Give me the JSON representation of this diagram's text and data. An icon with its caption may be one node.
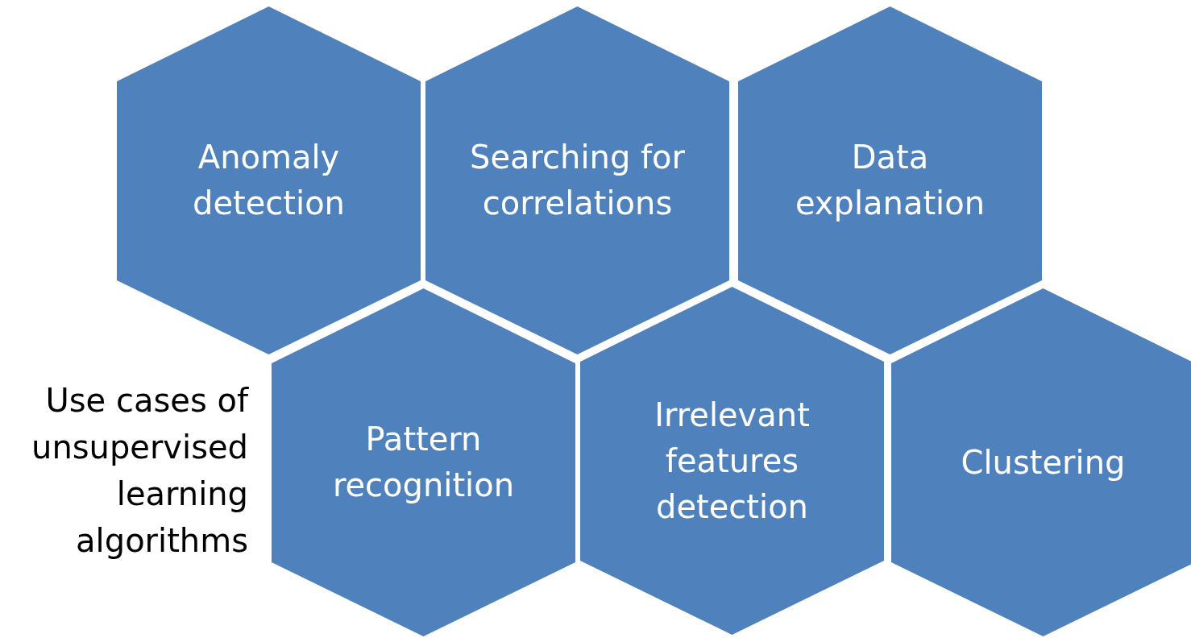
{
  "diagram": {
    "title": "Use cases of unsupervised learning algorithms",
    "nodes": [
      {
        "text": [
          "Anomaly detection"
        ]
      },
      {
        "text": [
          "Searching for correlations"
        ]
      },
      {
        "text": [
          "Data explanation"
        ]
      },
      {
        "text": [
          "Pattern recognition"
        ]
      },
      {
        "text": [
          "Irrelevant features detection"
        ]
      },
      {
        "text": [
          "Clustering"
        ]
      }
    ]
  }
}
